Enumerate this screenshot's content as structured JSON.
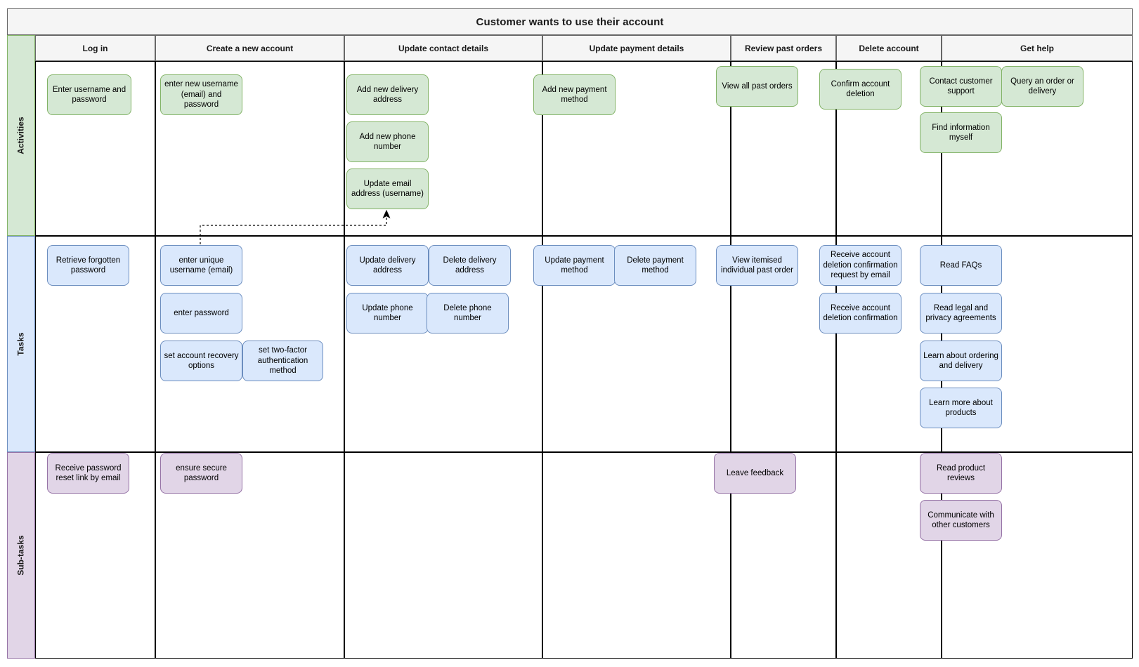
{
  "header": {
    "title": "Customer wants to use their account"
  },
  "lanes": [
    {
      "id": "activities",
      "label": "Activities",
      "fill": "#d5e8d4",
      "stroke": "#82b366"
    },
    {
      "id": "tasks",
      "label": "Tasks",
      "fill": "#dae8fc",
      "stroke": "#6c8ebf"
    },
    {
      "id": "subtasks",
      "label": "Sub-tasks",
      "fill": "#e1d5e7",
      "stroke": "#9673a6"
    }
  ],
  "columns": [
    {
      "id": "log-in",
      "label": "Log in"
    },
    {
      "id": "create-a-new-account",
      "label": "Create a new account"
    },
    {
      "id": "update-contact-details",
      "label": "Update contact details"
    },
    {
      "id": "update-payment-details",
      "label": "Update payment details"
    },
    {
      "id": "review-past-orders",
      "label": "Review past orders"
    },
    {
      "id": "delete-account",
      "label": "Delete account"
    },
    {
      "id": "get-help",
      "label": "Get help"
    }
  ],
  "cards": {
    "activities": {
      "log-in": [
        "Enter username and password"
      ],
      "create-a-new-account": [
        "enter new username (email) and password"
      ],
      "update-contact-details": [
        "Add new delivery address",
        "Add new phone number",
        "Update email address (username)"
      ],
      "update-payment-details": [
        "Add new payment method"
      ],
      "review-past-orders": [
        "View all past orders"
      ],
      "delete-account": [
        "Confirm account deletion"
      ],
      "get-help": [
        "Contact customer support",
        "Query an order or delivery",
        "Find information myself"
      ]
    },
    "tasks": {
      "log-in": [
        "Retrieve forgotten password"
      ],
      "create-a-new-account": [
        "enter unique username (email)",
        "enter password",
        "set account recovery options",
        "set two-factor authentication method"
      ],
      "update-contact-details": [
        "Update delivery address",
        "Delete delivery address",
        "Update phone number",
        "Delete phone number"
      ],
      "update-payment-details": [
        "Update payment method",
        "Delete payment method"
      ],
      "review-past-orders": [
        "View itemised individual past order"
      ],
      "delete-account": [
        "Receive account deletion confirmation request by email",
        "Receive account deletion confirmation"
      ],
      "get-help": [
        "Read FAQs",
        "Read legal and privacy agreements",
        "Learn about ordering and delivery",
        "Learn more about products"
      ]
    },
    "subtasks": {
      "log-in": [
        "Receive password reset link by email"
      ],
      "create-a-new-account": [
        "ensure secure password"
      ],
      "update-contact-details": [],
      "update-payment-details": [],
      "review-past-orders": [
        "Leave feedback"
      ],
      "delete-account": [],
      "get-help": [
        "Read product reviews",
        "Communicate with other customers"
      ]
    }
  },
  "connectors": [
    {
      "id": "username-link",
      "from": "enter unique username (email)",
      "to": "Update email address (username)",
      "style": "dotted-arrow",
      "color": "#000000"
    }
  ],
  "palette": {
    "title_background": "#f5f5f5",
    "header_background": "#f5f5f5",
    "grid_line": "#000000",
    "header_line": "#666666",
    "green_fill": "#d5e8d4",
    "green_stroke": "#82b366",
    "blue_fill": "#dae8fc",
    "blue_stroke": "#6c8ebf",
    "purple_fill": "#e1d5e7",
    "purple_stroke": "#9673a6"
  }
}
